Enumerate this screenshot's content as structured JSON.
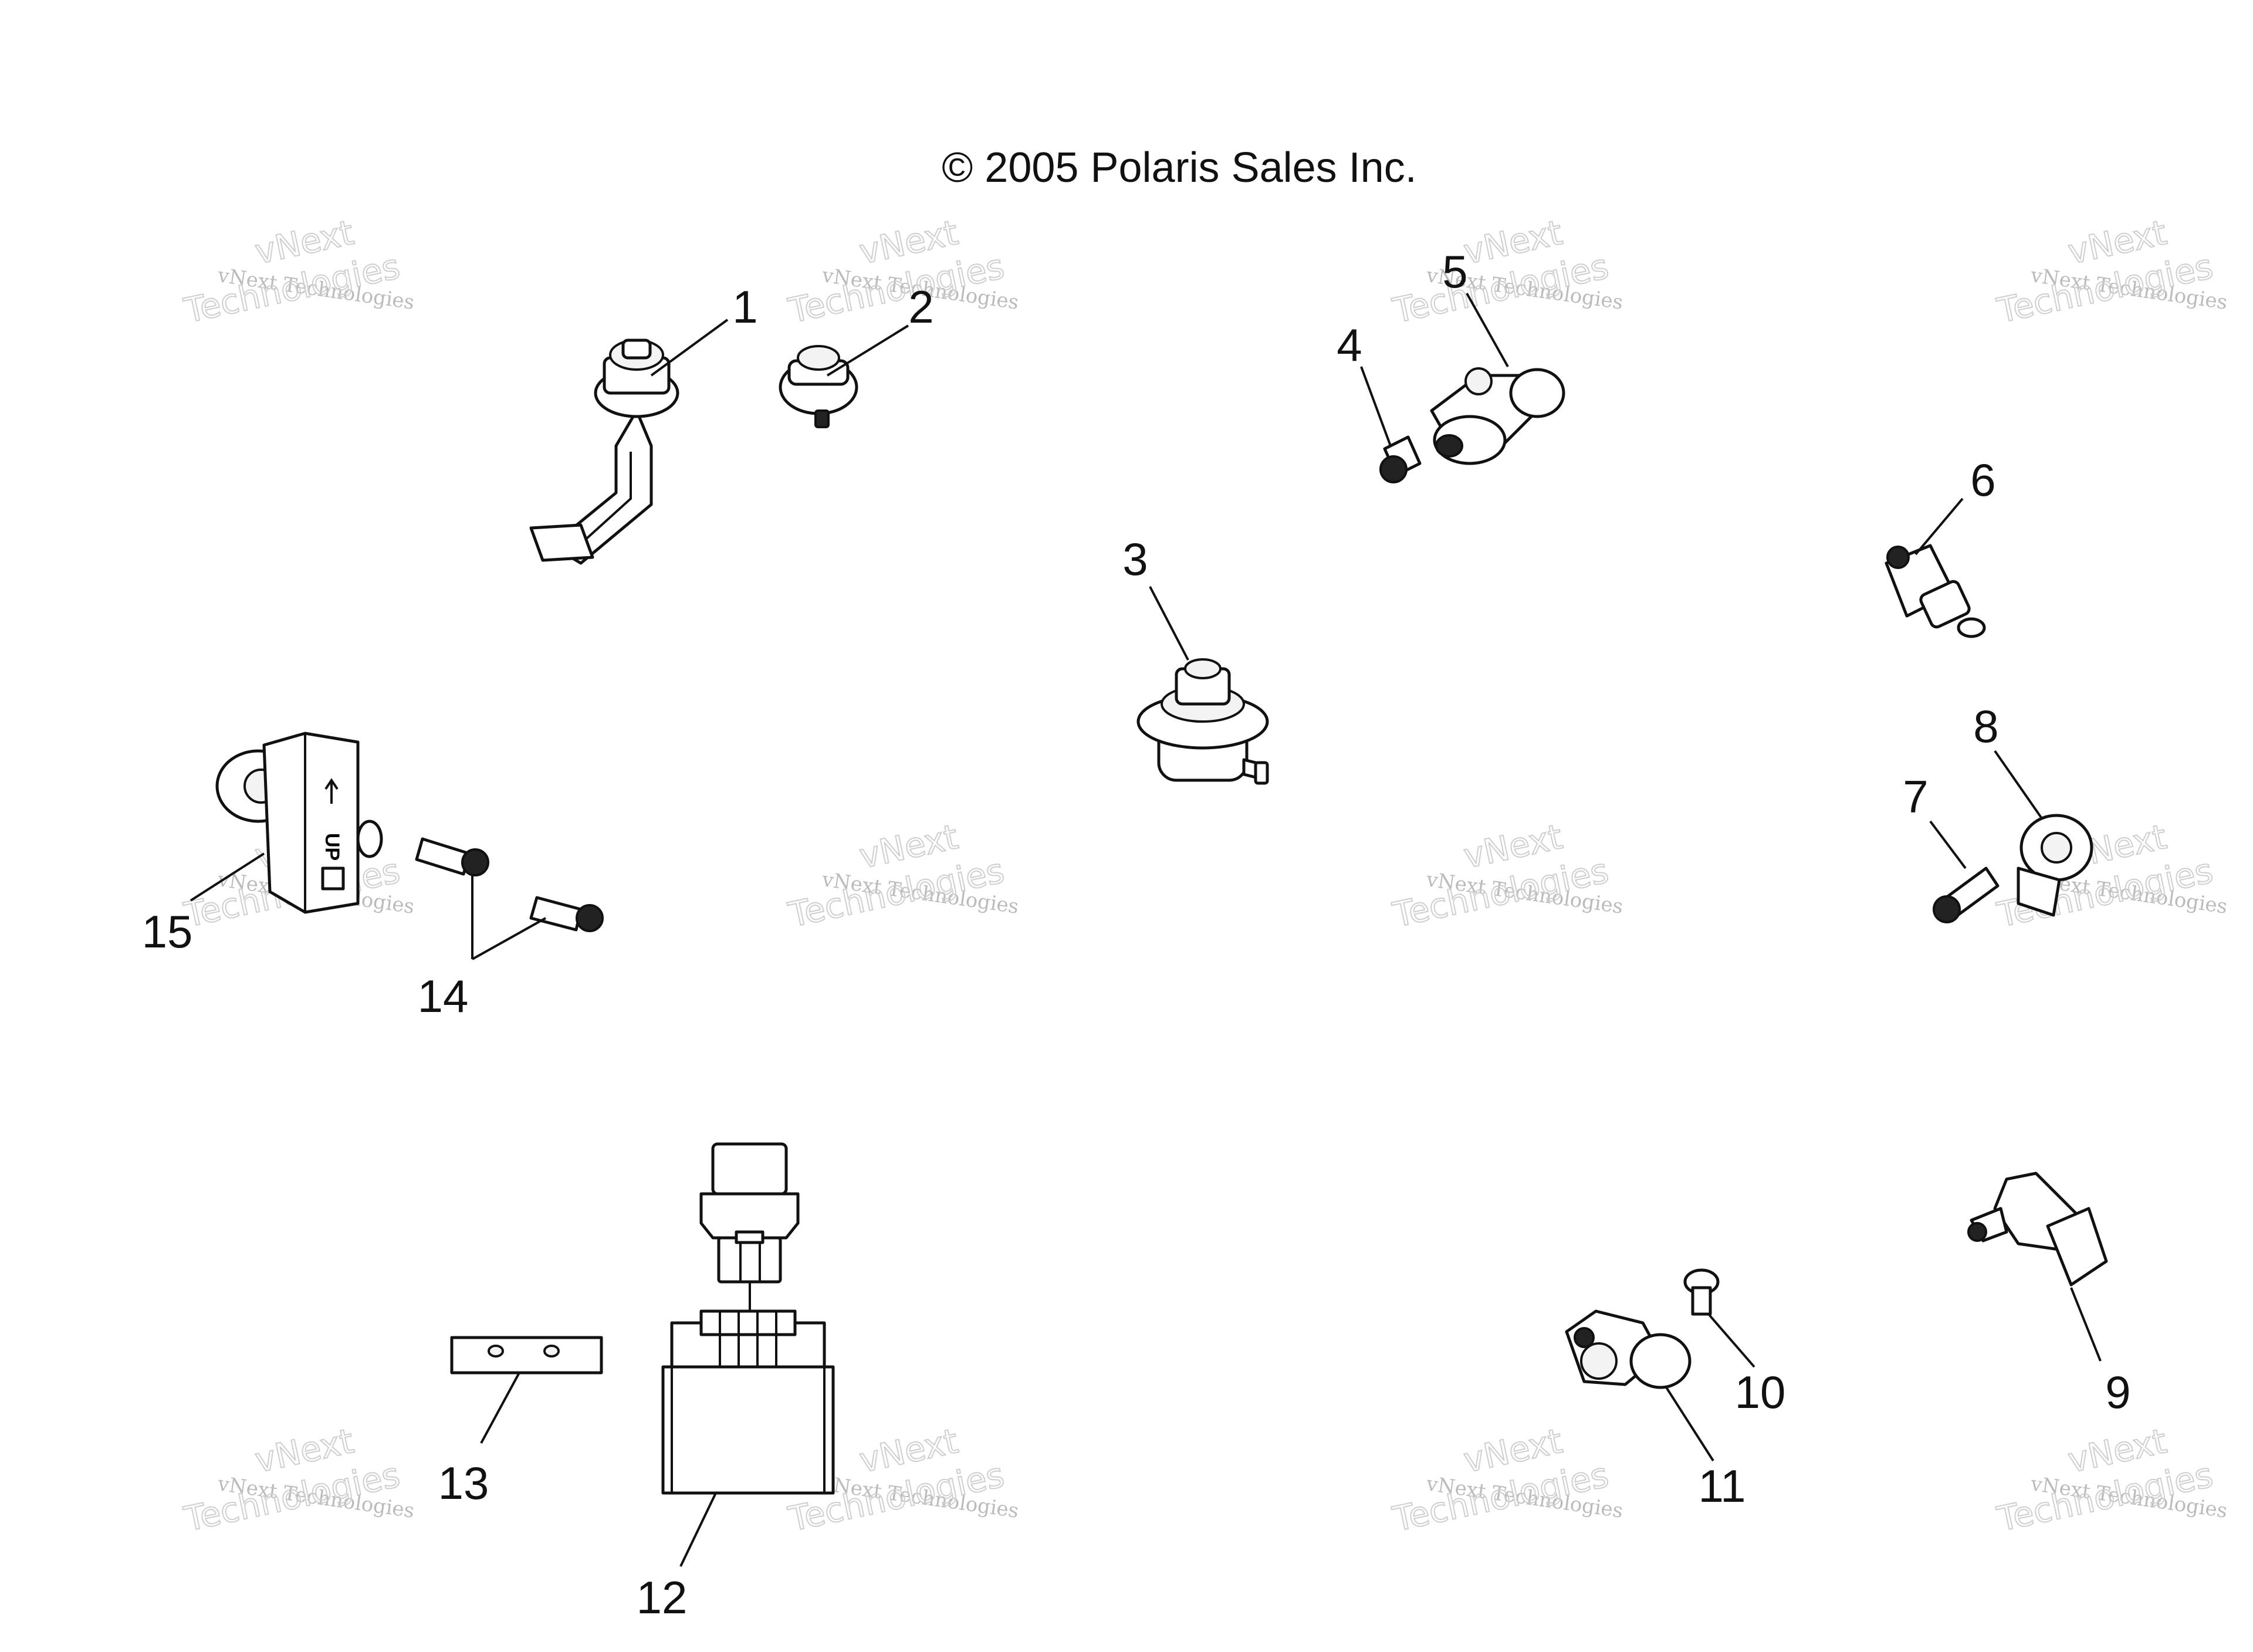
{
  "copyright": "© 2005 Polaris Sales Inc.",
  "watermark": {
    "line1": "vNext Technologies",
    "line2a": "vNext",
    "line2b": "Technologies"
  },
  "labels": [
    "1",
    "2",
    "3",
    "4",
    "5",
    "6",
    "7",
    "8",
    "9",
    "10",
    "11",
    "12",
    "13",
    "14",
    "15"
  ]
}
